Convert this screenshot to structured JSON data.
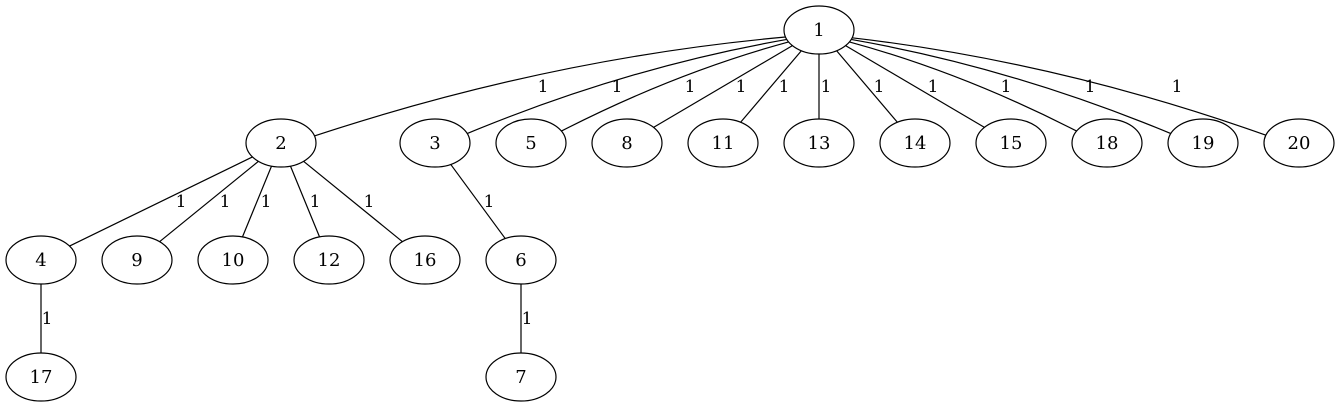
{
  "graph": {
    "type": "tree",
    "nodes": [
      "1",
      "2",
      "3",
      "5",
      "8",
      "11",
      "13",
      "14",
      "15",
      "18",
      "19",
      "20",
      "4",
      "9",
      "10",
      "12",
      "16",
      "6",
      "17",
      "7"
    ],
    "edges": [
      {
        "from": "1",
        "to": "2",
        "label": "1"
      },
      {
        "from": "1",
        "to": "3",
        "label": "1"
      },
      {
        "from": "1",
        "to": "5",
        "label": "1"
      },
      {
        "from": "1",
        "to": "8",
        "label": "1"
      },
      {
        "from": "1",
        "to": "11",
        "label": "1"
      },
      {
        "from": "1",
        "to": "13",
        "label": "1"
      },
      {
        "from": "1",
        "to": "14",
        "label": "1"
      },
      {
        "from": "1",
        "to": "15",
        "label": "1"
      },
      {
        "from": "1",
        "to": "18",
        "label": "1"
      },
      {
        "from": "1",
        "to": "19",
        "label": "1"
      },
      {
        "from": "1",
        "to": "20",
        "label": "1"
      },
      {
        "from": "2",
        "to": "4",
        "label": "1"
      },
      {
        "from": "2",
        "to": "9",
        "label": "1"
      },
      {
        "from": "2",
        "to": "10",
        "label": "1"
      },
      {
        "from": "2",
        "to": "12",
        "label": "1"
      },
      {
        "from": "2",
        "to": "16",
        "label": "1"
      },
      {
        "from": "3",
        "to": "6",
        "label": "1"
      },
      {
        "from": "4",
        "to": "17",
        "label": "1"
      },
      {
        "from": "6",
        "to": "7",
        "label": "1"
      }
    ]
  }
}
